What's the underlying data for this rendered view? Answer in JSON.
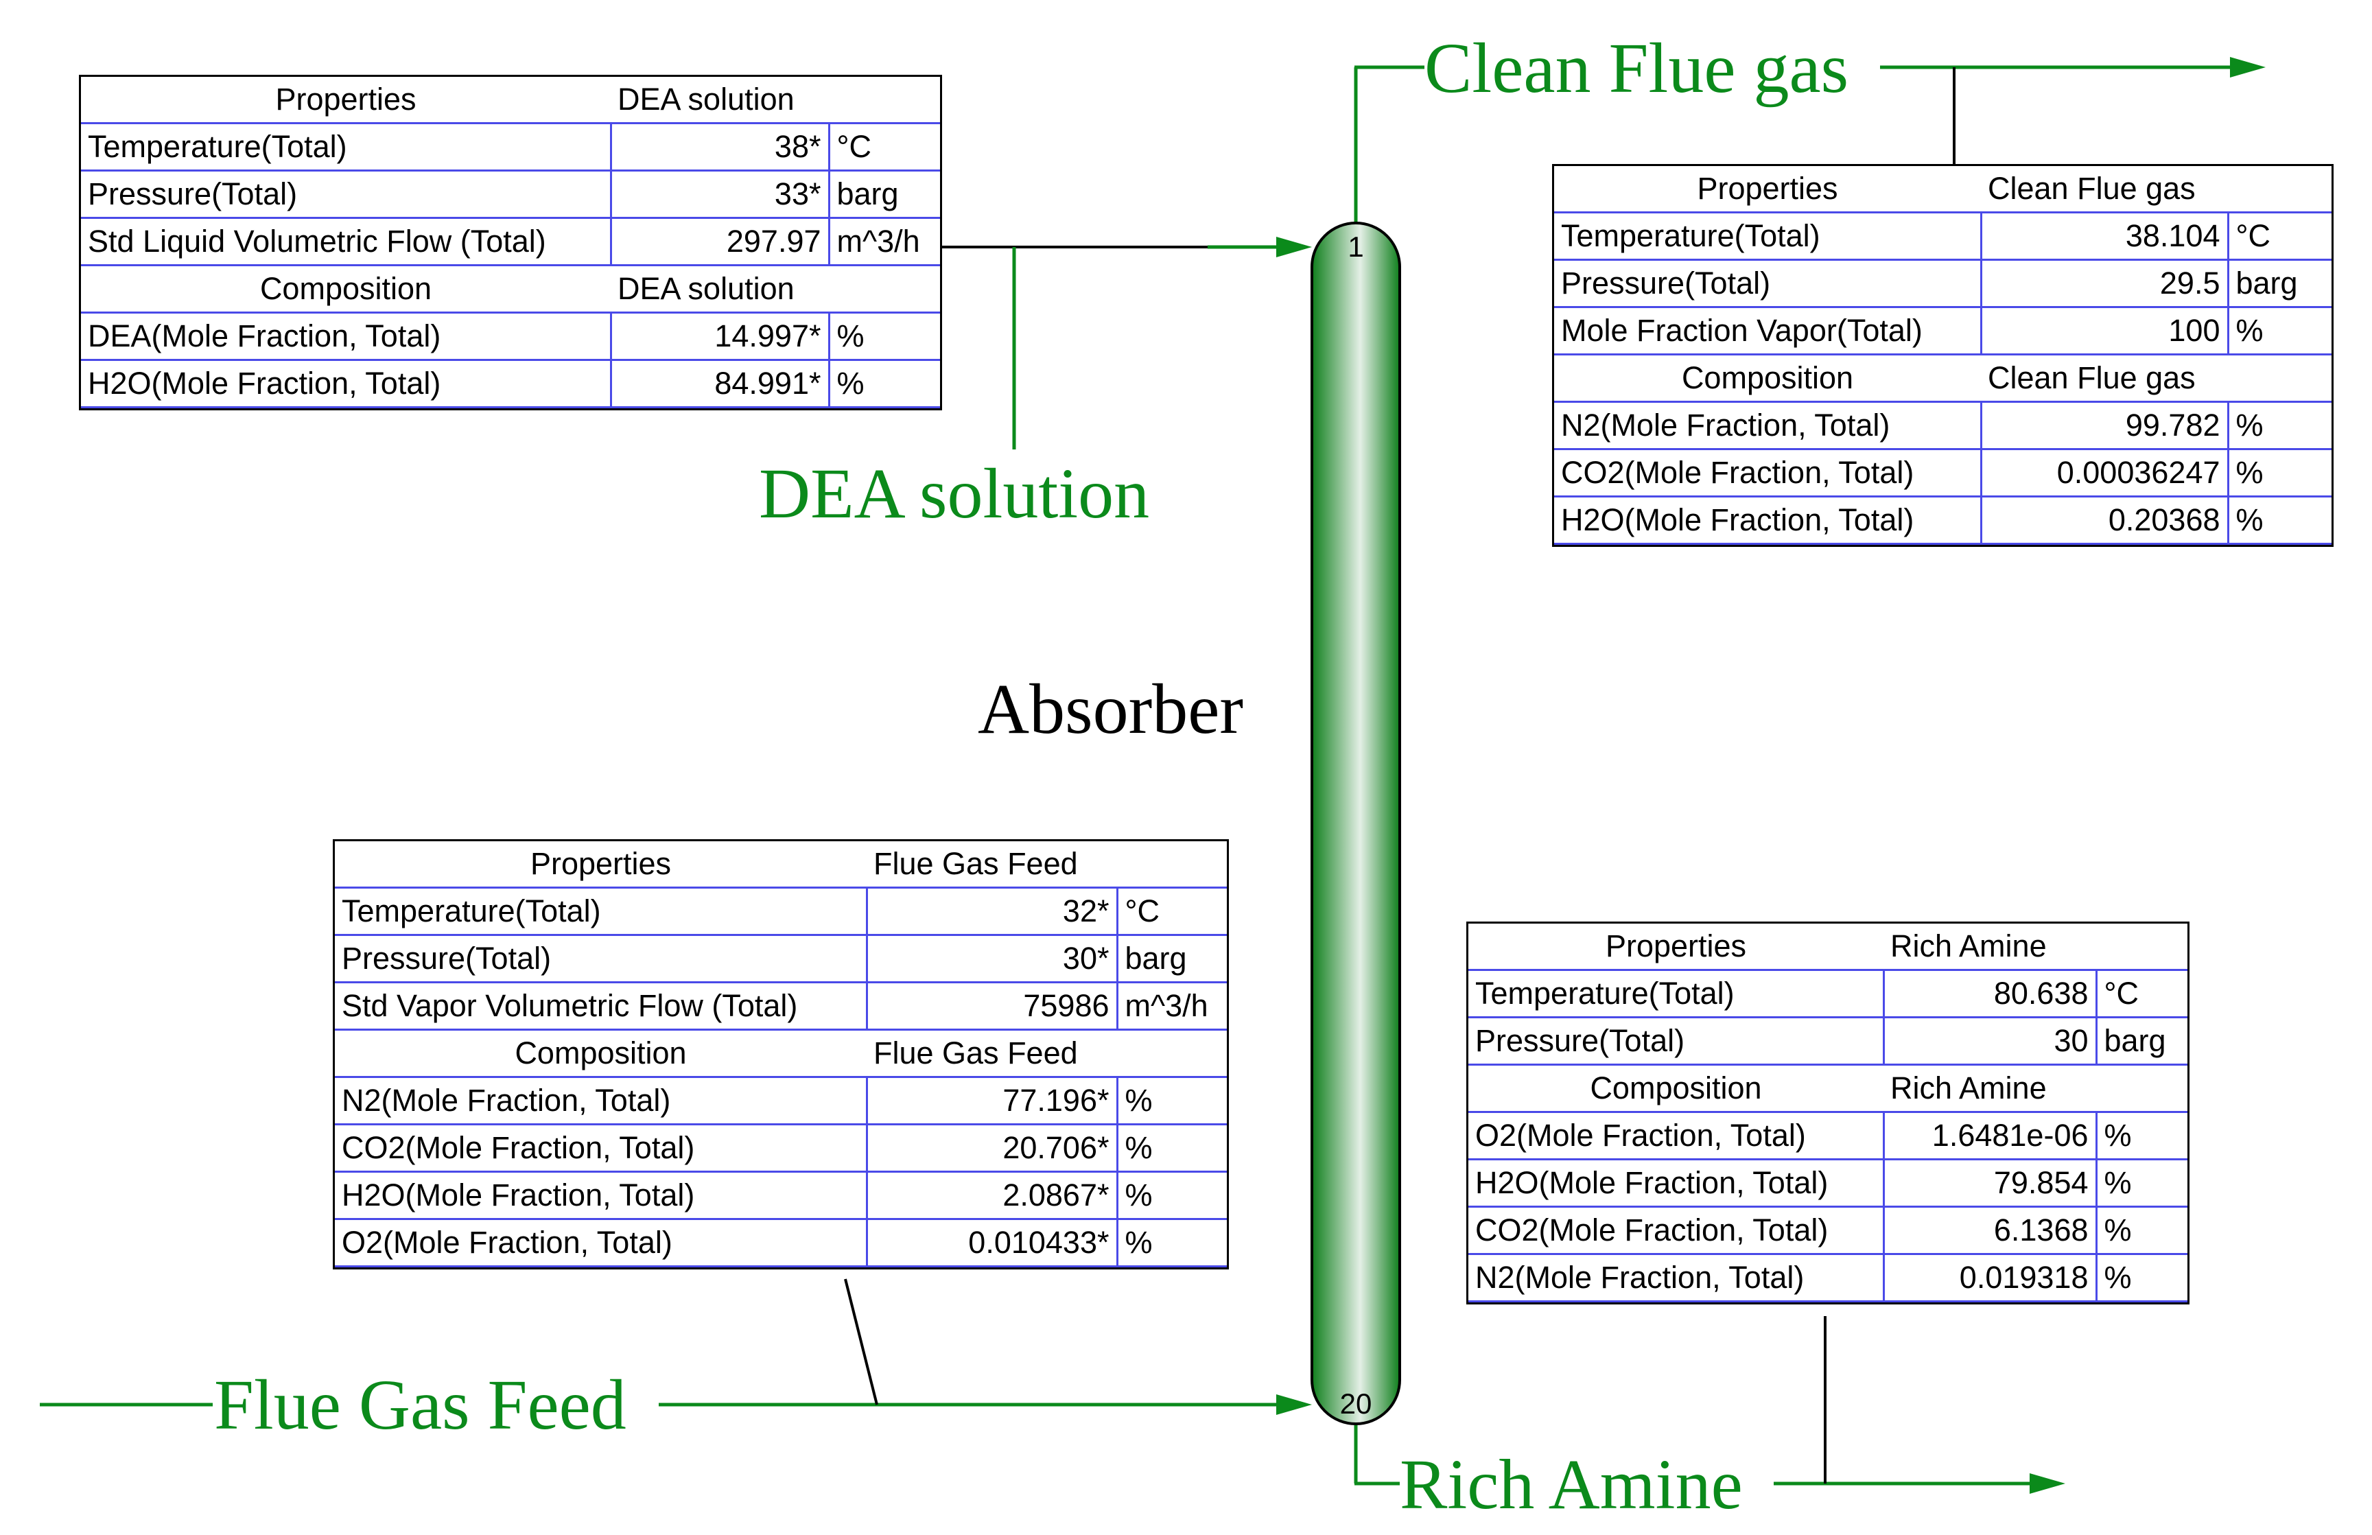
{
  "colors": {
    "stream": "#0b8a1b",
    "table_line": "#4a4ae8",
    "column_dark": "#0f7f1c",
    "column_light": "#e4efe6"
  },
  "labels": {
    "unit": "Absorber",
    "tray_top": "1",
    "tray_bottom": "20",
    "dea_solution": "DEA solution",
    "clean_flue_gas": "Clean Flue gas",
    "flue_gas_feed": "Flue Gas Feed",
    "rich_amine": "Rich Amine"
  },
  "tables": {
    "dea": {
      "prop_header": [
        "Properties",
        "DEA solution"
      ],
      "props": [
        {
          "name": "Temperature(Total)",
          "value": "38*",
          "unit": "°C"
        },
        {
          "name": "Pressure(Total)",
          "value": "33*",
          "unit": "barg"
        },
        {
          "name": "Std Liquid Volumetric Flow (Total)",
          "value": "297.97",
          "unit": "m^3/h"
        }
      ],
      "comp_header": [
        "Composition",
        "DEA solution"
      ],
      "comps": [
        {
          "name": "DEA(Mole Fraction, Total)",
          "value": "14.997*",
          "unit": "%"
        },
        {
          "name": "H2O(Mole Fraction, Total)",
          "value": "84.991*",
          "unit": "%"
        }
      ]
    },
    "clean": {
      "prop_header": [
        "Properties",
        "Clean Flue gas"
      ],
      "props": [
        {
          "name": "Temperature(Total)",
          "value": "38.104",
          "unit": "°C"
        },
        {
          "name": "Pressure(Total)",
          "value": "29.5",
          "unit": "barg"
        },
        {
          "name": "Mole Fraction Vapor(Total)",
          "value": "100",
          "unit": "%"
        }
      ],
      "comp_header": [
        "Composition",
        "Clean Flue gas"
      ],
      "comps": [
        {
          "name": "N2(Mole Fraction, Total)",
          "value": "99.782",
          "unit": "%"
        },
        {
          "name": "CO2(Mole Fraction, Total)",
          "value": "0.00036247",
          "unit": "%"
        },
        {
          "name": "H2O(Mole Fraction, Total)",
          "value": "0.20368",
          "unit": "%"
        }
      ]
    },
    "flue": {
      "prop_header": [
        "Properties",
        "Flue Gas Feed"
      ],
      "props": [
        {
          "name": "Temperature(Total)",
          "value": "32*",
          "unit": "°C"
        },
        {
          "name": "Pressure(Total)",
          "value": "30*",
          "unit": "barg"
        },
        {
          "name": "Std Vapor Volumetric Flow (Total)",
          "value": "75986",
          "unit": "m^3/h"
        }
      ],
      "comp_header": [
        "Composition",
        "Flue Gas Feed"
      ],
      "comps": [
        {
          "name": "N2(Mole Fraction, Total)",
          "value": "77.196*",
          "unit": "%"
        },
        {
          "name": "CO2(Mole Fraction, Total)",
          "value": "20.706*",
          "unit": "%"
        },
        {
          "name": "H2O(Mole Fraction, Total)",
          "value": "2.0867*",
          "unit": "%"
        },
        {
          "name": "O2(Mole Fraction, Total)",
          "value": "0.010433*",
          "unit": "%"
        }
      ]
    },
    "rich": {
      "prop_header": [
        "Properties",
        "Rich Amine"
      ],
      "props": [
        {
          "name": "Temperature(Total)",
          "value": "80.638",
          "unit": "°C"
        },
        {
          "name": "Pressure(Total)",
          "value": "30",
          "unit": "barg"
        }
      ],
      "comp_header": [
        "Composition",
        "Rich Amine"
      ],
      "comps": [
        {
          "name": "O2(Mole Fraction, Total)",
          "value": "1.6481e-06",
          "unit": "%"
        },
        {
          "name": "H2O(Mole Fraction, Total)",
          "value": "79.854",
          "unit": "%"
        },
        {
          "name": "CO2(Mole Fraction, Total)",
          "value": "6.1368",
          "unit": "%"
        },
        {
          "name": "N2(Mole Fraction, Total)",
          "value": "0.019318",
          "unit": "%"
        }
      ]
    }
  }
}
